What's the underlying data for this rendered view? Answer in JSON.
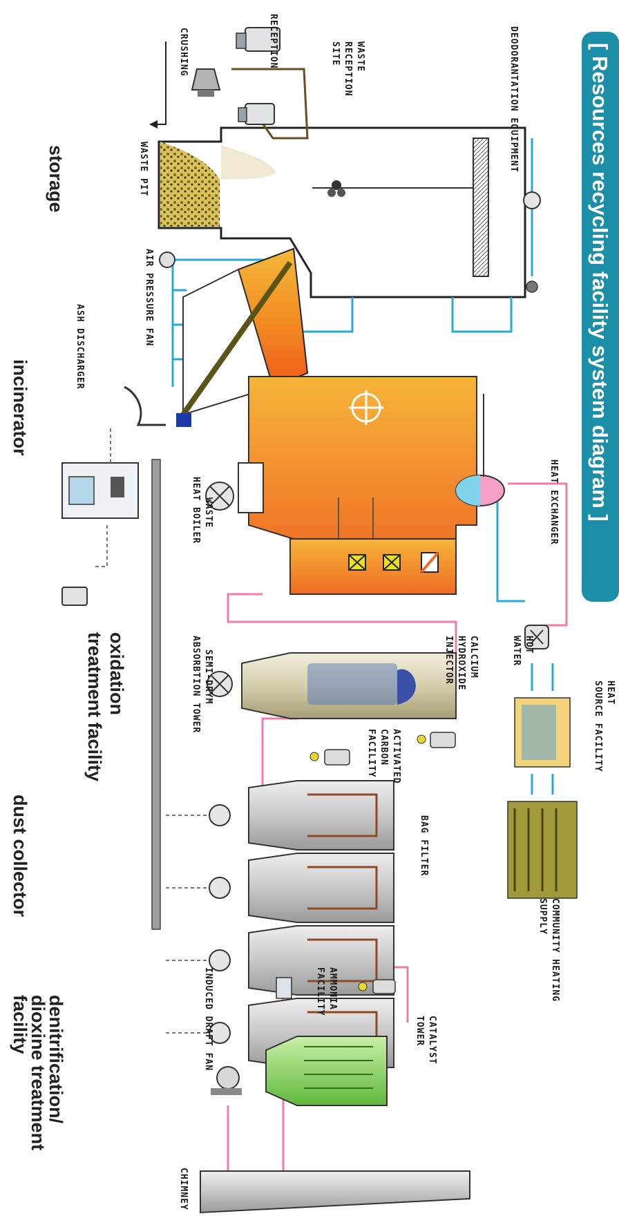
{
  "title": "[ Resources recycling facility system diagram ]",
  "stages": {
    "storage": "storage",
    "incinerator": "incinerator",
    "oxidation": [
      "oxidation",
      "treatment facility"
    ],
    "dust": "dust collector",
    "denitrification": [
      "denitrification/",
      "dioxine treatment",
      "facility"
    ]
  },
  "labels": {
    "deodorant": "DEODORANTATION EQUIPMENT",
    "waste_reception": [
      "WASTE",
      "RECEPTION",
      "SITE"
    ],
    "reception": "RECEPTION",
    "crushing": "CRUSHING",
    "waste_pit": "WASTE PIT",
    "air_fan": "AIR PRESSURE FAN",
    "ash": "ASH DISCHARGER",
    "heat_exchanger": "HEAT EXCHANGER",
    "waste_boiler": [
      "WASTE",
      "HEAT BOILER"
    ],
    "hot_water": [
      "HOT",
      "WATER"
    ],
    "heat_source": [
      "HEAT",
      "SOURCE FACILITY"
    ],
    "community": [
      "COMMUNITY HEATING",
      "SUPPLY"
    ],
    "calcium": [
      "CALCIUM",
      "HYDROXIDE",
      "INJECTOR"
    ],
    "semi_dry": [
      "SEMI-DRYM",
      "ABSORBTION TOWER"
    ],
    "activated": [
      "ACTIVATED",
      "CARBON",
      "FACILITY"
    ],
    "bag_filter": "BAG FILTER",
    "ammonia": [
      "AMMONIA",
      "FACILITY"
    ],
    "catalyst": [
      "CATALYST",
      "TOWER"
    ],
    "induced": "INDUCED DRAFT FAN",
    "chimney": "CHIMNEY"
  },
  "colors": {
    "title_bg": "#1b8fa8",
    "water_line": "#27a9d6",
    "flue_line": "#f07aa8",
    "furnace_orange": "#f08a1e",
    "furnace_yellow": "#f5b93a",
    "catalyst_green": "#8fd16a"
  }
}
